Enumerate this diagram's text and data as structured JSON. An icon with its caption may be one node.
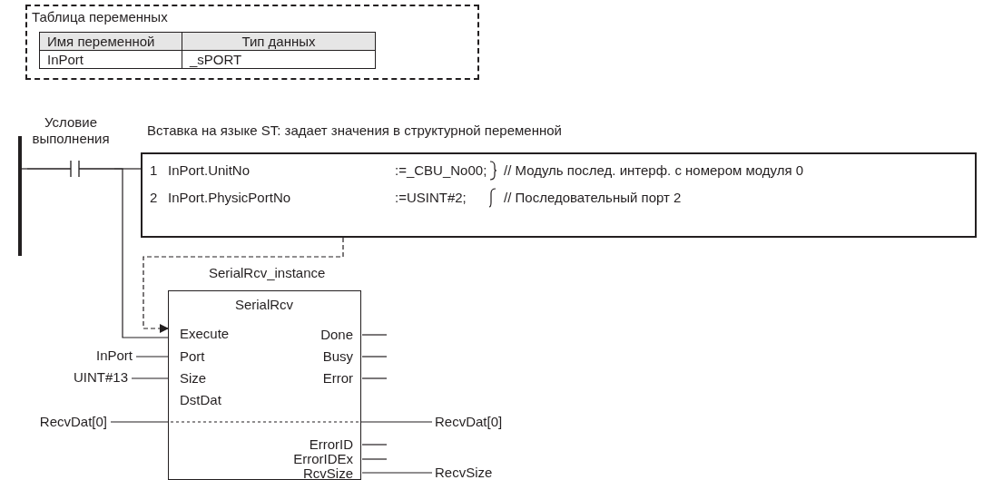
{
  "diagram": {
    "nodes": [
      {
        "text": [
          "Таблица переменных"
        ]
      },
      {
        "text": [],
        "shape": "bar"
      },
      {
        "text": [
          "Условие выполнения"
        ]
      },
      {
        "text": [
          "Вставка на языке ST: задает значения в структурной переменной",
          "1",
          "InPort.UnitNo",
          ":=_CBU_No00;",
          "// Модуль послед. интерф. с номером модуля 0",
          "2",
          "InPort.PhysicPortNo",
          ":=USINT#2;",
          "// Последовательный порт 2"
        ]
      },
      {
        "text": [
          "SerialRcv"
        ],
        "beside": [
          "SerialRcv_instance"
        ]
      },
      {
        "text": [
          "Execute"
        ],
        "in": 4
      },
      {
        "text": [
          "Port"
        ],
        "in": 4
      },
      {
        "text": [
          "Size"
        ],
        "in": 4
      },
      {
        "text": [
          "DstDat"
        ],
        "in": 4
      },
      {
        "text": [
          "Done"
        ],
        "in": 4
      },
      {
        "text": [
          "Busy"
        ],
        "in": 4
      },
      {
        "text": [
          "Error"
        ],
        "in": 4
      },
      {
        "text": [
          "ErrorID"
        ],
        "in": 4
      },
      {
        "text": [
          "ErrorIDEx"
        ],
        "in": 4
      },
      {
        "text": [
          "RcvSize"
        ],
        "in": 4
      },
      {
        "text": [
          "InPort"
        ]
      },
      {
        "text": [
          "UINT#13"
        ]
      },
      {
        "text": [
          "RecvDat[0]"
        ]
      },
      {
        "text": [
          "RecvDat[0]"
        ]
      },
      {
        "text": [
          "RecvSize"
        ]
      }
    ],
    "edges": [
      {
        "from": 1,
        "to": 2,
        "arrow": "none"
      },
      {
        "from": 2,
        "to": 3,
        "arrow": "none"
      },
      {
        "from": 2,
        "to": 5,
        "arrow": "none"
      },
      {
        "from": 3,
        "to": 5,
        "arrow": "to",
        "style": "dashed"
      },
      {
        "from": 15,
        "to": 6,
        "arrow": "none"
      },
      {
        "from": 16,
        "to": 7,
        "arrow": "none"
      },
      {
        "from": 17,
        "to": 18,
        "arrow": "none",
        "style": "dashed"
      },
      {
        "from": 9,
        "to": null,
        "arrow": "none"
      },
      {
        "from": 10,
        "to": null,
        "arrow": "none"
      },
      {
        "from": 11,
        "to": null,
        "arrow": "none"
      },
      {
        "from": 12,
        "to": null,
        "arrow": "none"
      },
      {
        "from": 13,
        "to": null,
        "arrow": "none"
      },
      {
        "from": 14,
        "to": 19,
        "arrow": "none"
      }
    ],
    "labels": [
      "Имя переменной",
      "Тип данных",
      "InPort",
      "_sPORT"
    ]
  }
}
